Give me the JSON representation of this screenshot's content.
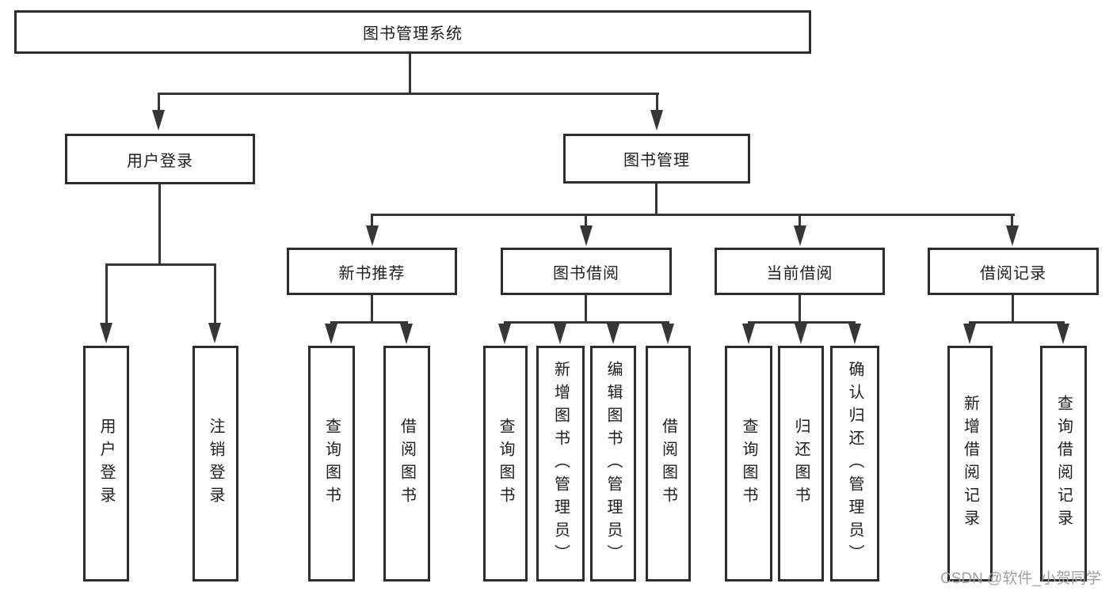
{
  "diagram": {
    "root": "图书管理系统",
    "level2": [
      "用户登录",
      "图书管理"
    ],
    "level3": [
      "新书推荐",
      "图书借阅",
      "当前借阅",
      "借阅记录"
    ],
    "leaves": {
      "user_login": [
        "用户登录",
        "注销登录"
      ],
      "new_book": [
        "查询图书",
        "借阅图书"
      ],
      "book_borrow": [
        "查询图书",
        "新增图书（管理员）",
        "编辑图书（管理员）",
        "借阅图书"
      ],
      "current_borrow": [
        "查询图书",
        "归还图书",
        "确认归还（管理员）"
      ],
      "borrow_records": [
        "新增借阅记录",
        "查询借阅记录"
      ]
    }
  },
  "watermark": "CSDN @软件_小贺同学",
  "colors": {
    "line": "#363636",
    "box_border": "#2d2d2d",
    "text": "#1e1e1e",
    "background": "#ffffff",
    "watermark": "#9fa0a2"
  }
}
